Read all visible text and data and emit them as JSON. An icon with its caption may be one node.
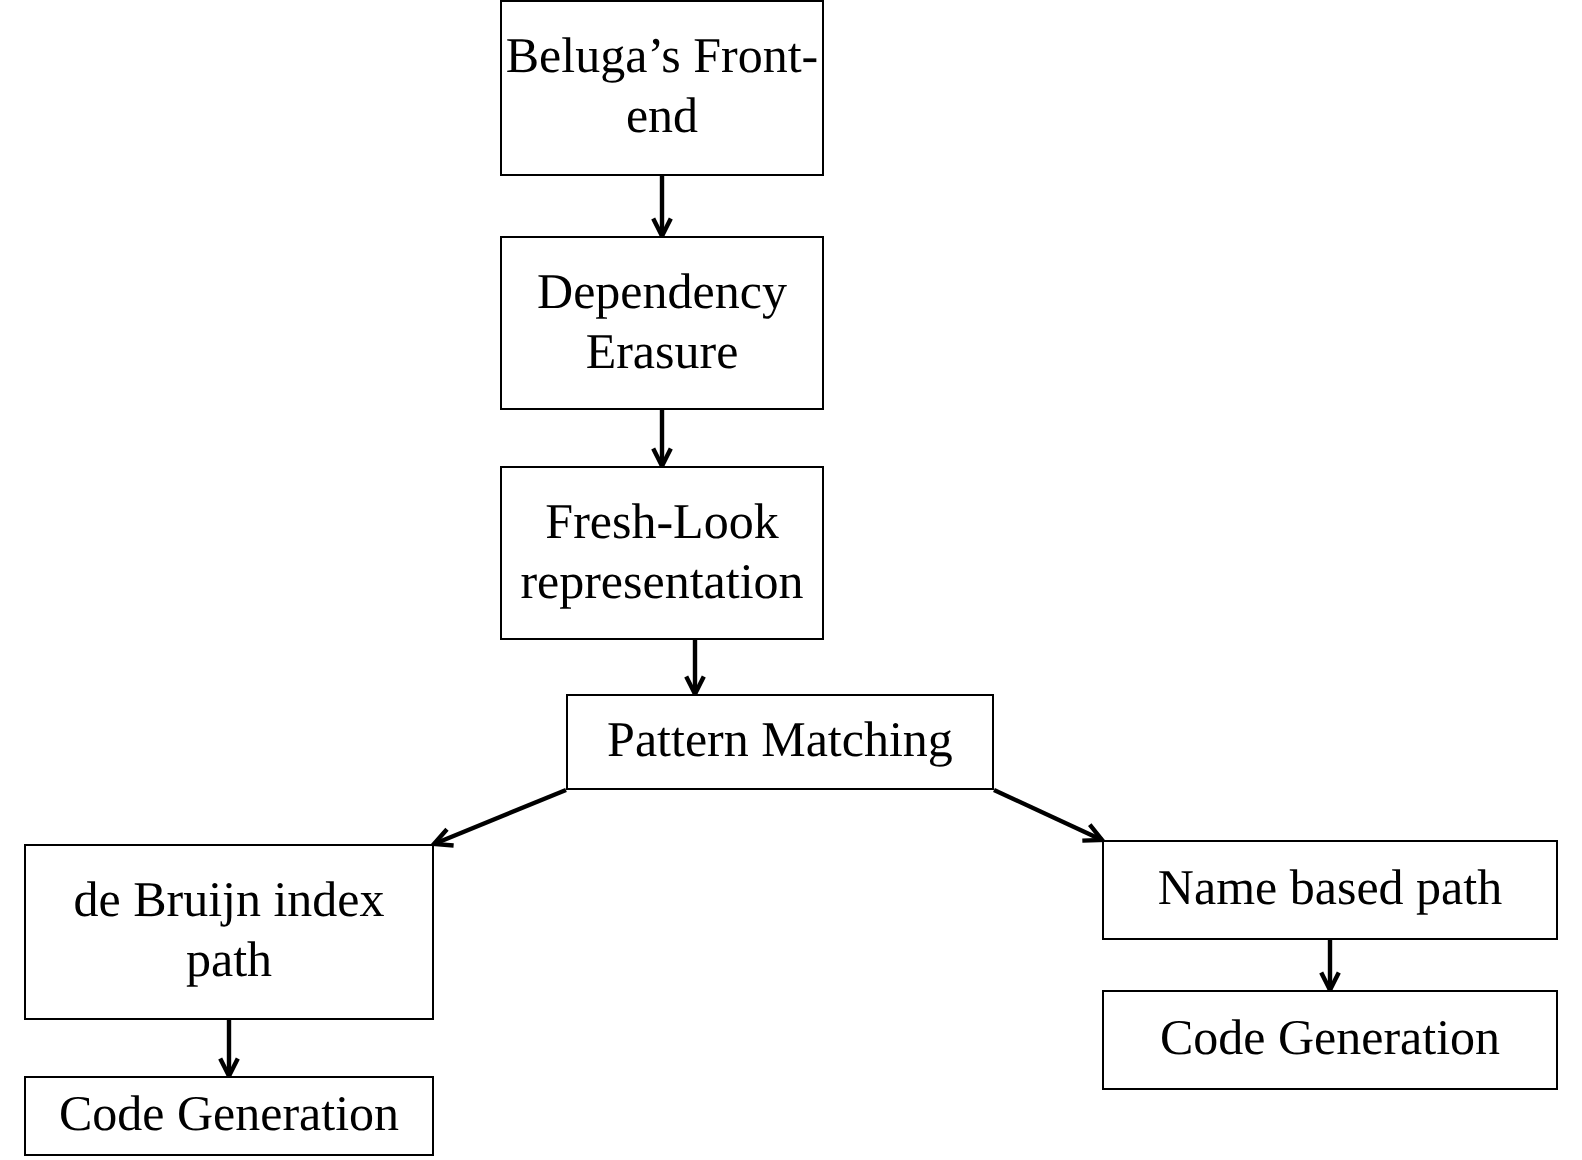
{
  "diagram": {
    "nodes": [
      {
        "text": [
          "Beluga’s Front-end"
        ]
      },
      {
        "text": [
          "Dependency Erasure"
        ]
      },
      {
        "text": [
          "Fresh-Look representation"
        ]
      },
      {
        "text": [
          "Pattern Matching"
        ]
      },
      {
        "text": [
          "de Bruijn index path"
        ]
      },
      {
        "text": [
          "Name based path"
        ]
      },
      {
        "text": [
          "Code Generation"
        ]
      },
      {
        "text": [
          "Code Generation"
        ]
      }
    ],
    "edges": [
      {
        "from": 0,
        "to": 1,
        "arrow": "to"
      },
      {
        "from": 1,
        "to": 2,
        "arrow": "to"
      },
      {
        "from": 2,
        "to": 3,
        "arrow": "to"
      },
      {
        "from": 3,
        "to": 4,
        "arrow": "to"
      },
      {
        "from": 3,
        "to": 5,
        "arrow": "to"
      },
      {
        "from": 5,
        "to": 6,
        "arrow": "to"
      },
      {
        "from": 4,
        "to": 7,
        "arrow": "to"
      }
    ]
  }
}
